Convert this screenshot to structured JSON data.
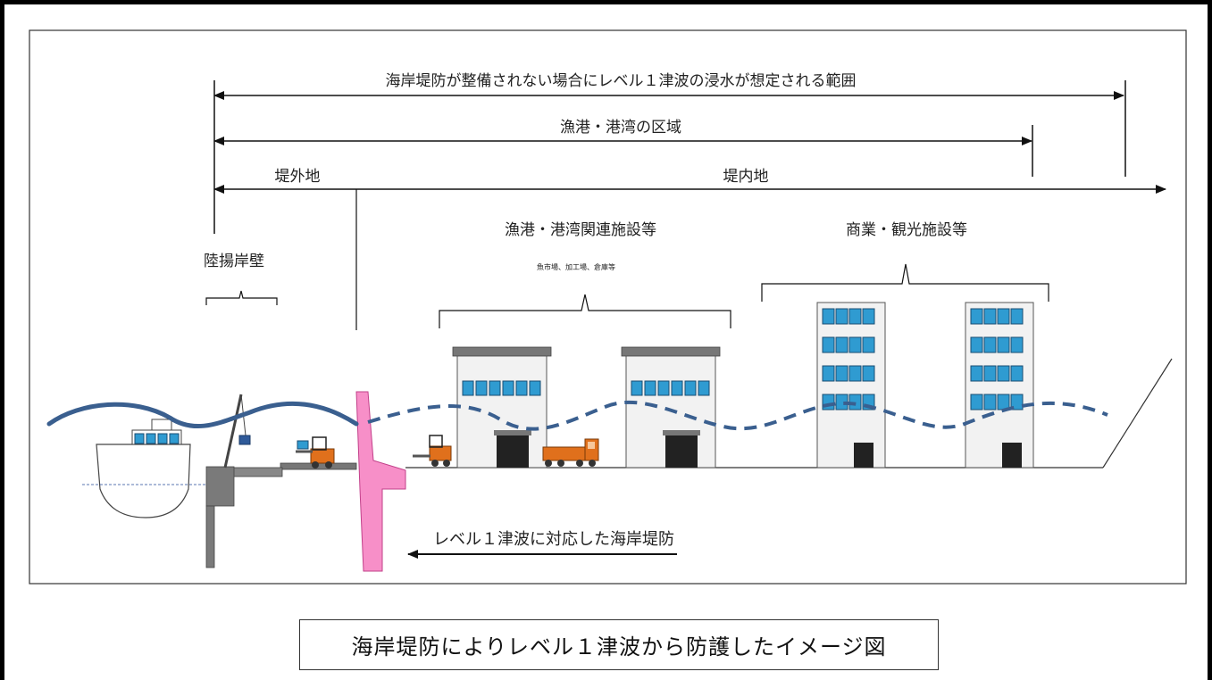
{
  "labels": {
    "inundation_range": "海岸堤防が整備されない場合にレベル１津波の浸水が想定される範囲",
    "port_area": "漁港・港湾の区域",
    "outside_levee": "堤外地",
    "inside_levee": "堤内地",
    "quay_wall": "陸揚岸壁",
    "port_facilities": "漁港・港湾関連施設等",
    "port_facilities_examples": "魚市場、加工場、倉庫等",
    "commercial_facilities": "商業・観光施設等",
    "seawall_note": "レベル１津波に対応した海岸堤防"
  },
  "caption": "海岸堤防によりレベル１津波から防護したイメージ図",
  "colors": {
    "wave": "#3a5f8f",
    "seawall": "#f78fc8",
    "window": "#2f9bd1",
    "vehicle": "#e0701c",
    "roof": "#777777",
    "door": "#222222",
    "building": "#f2f2f2"
  }
}
